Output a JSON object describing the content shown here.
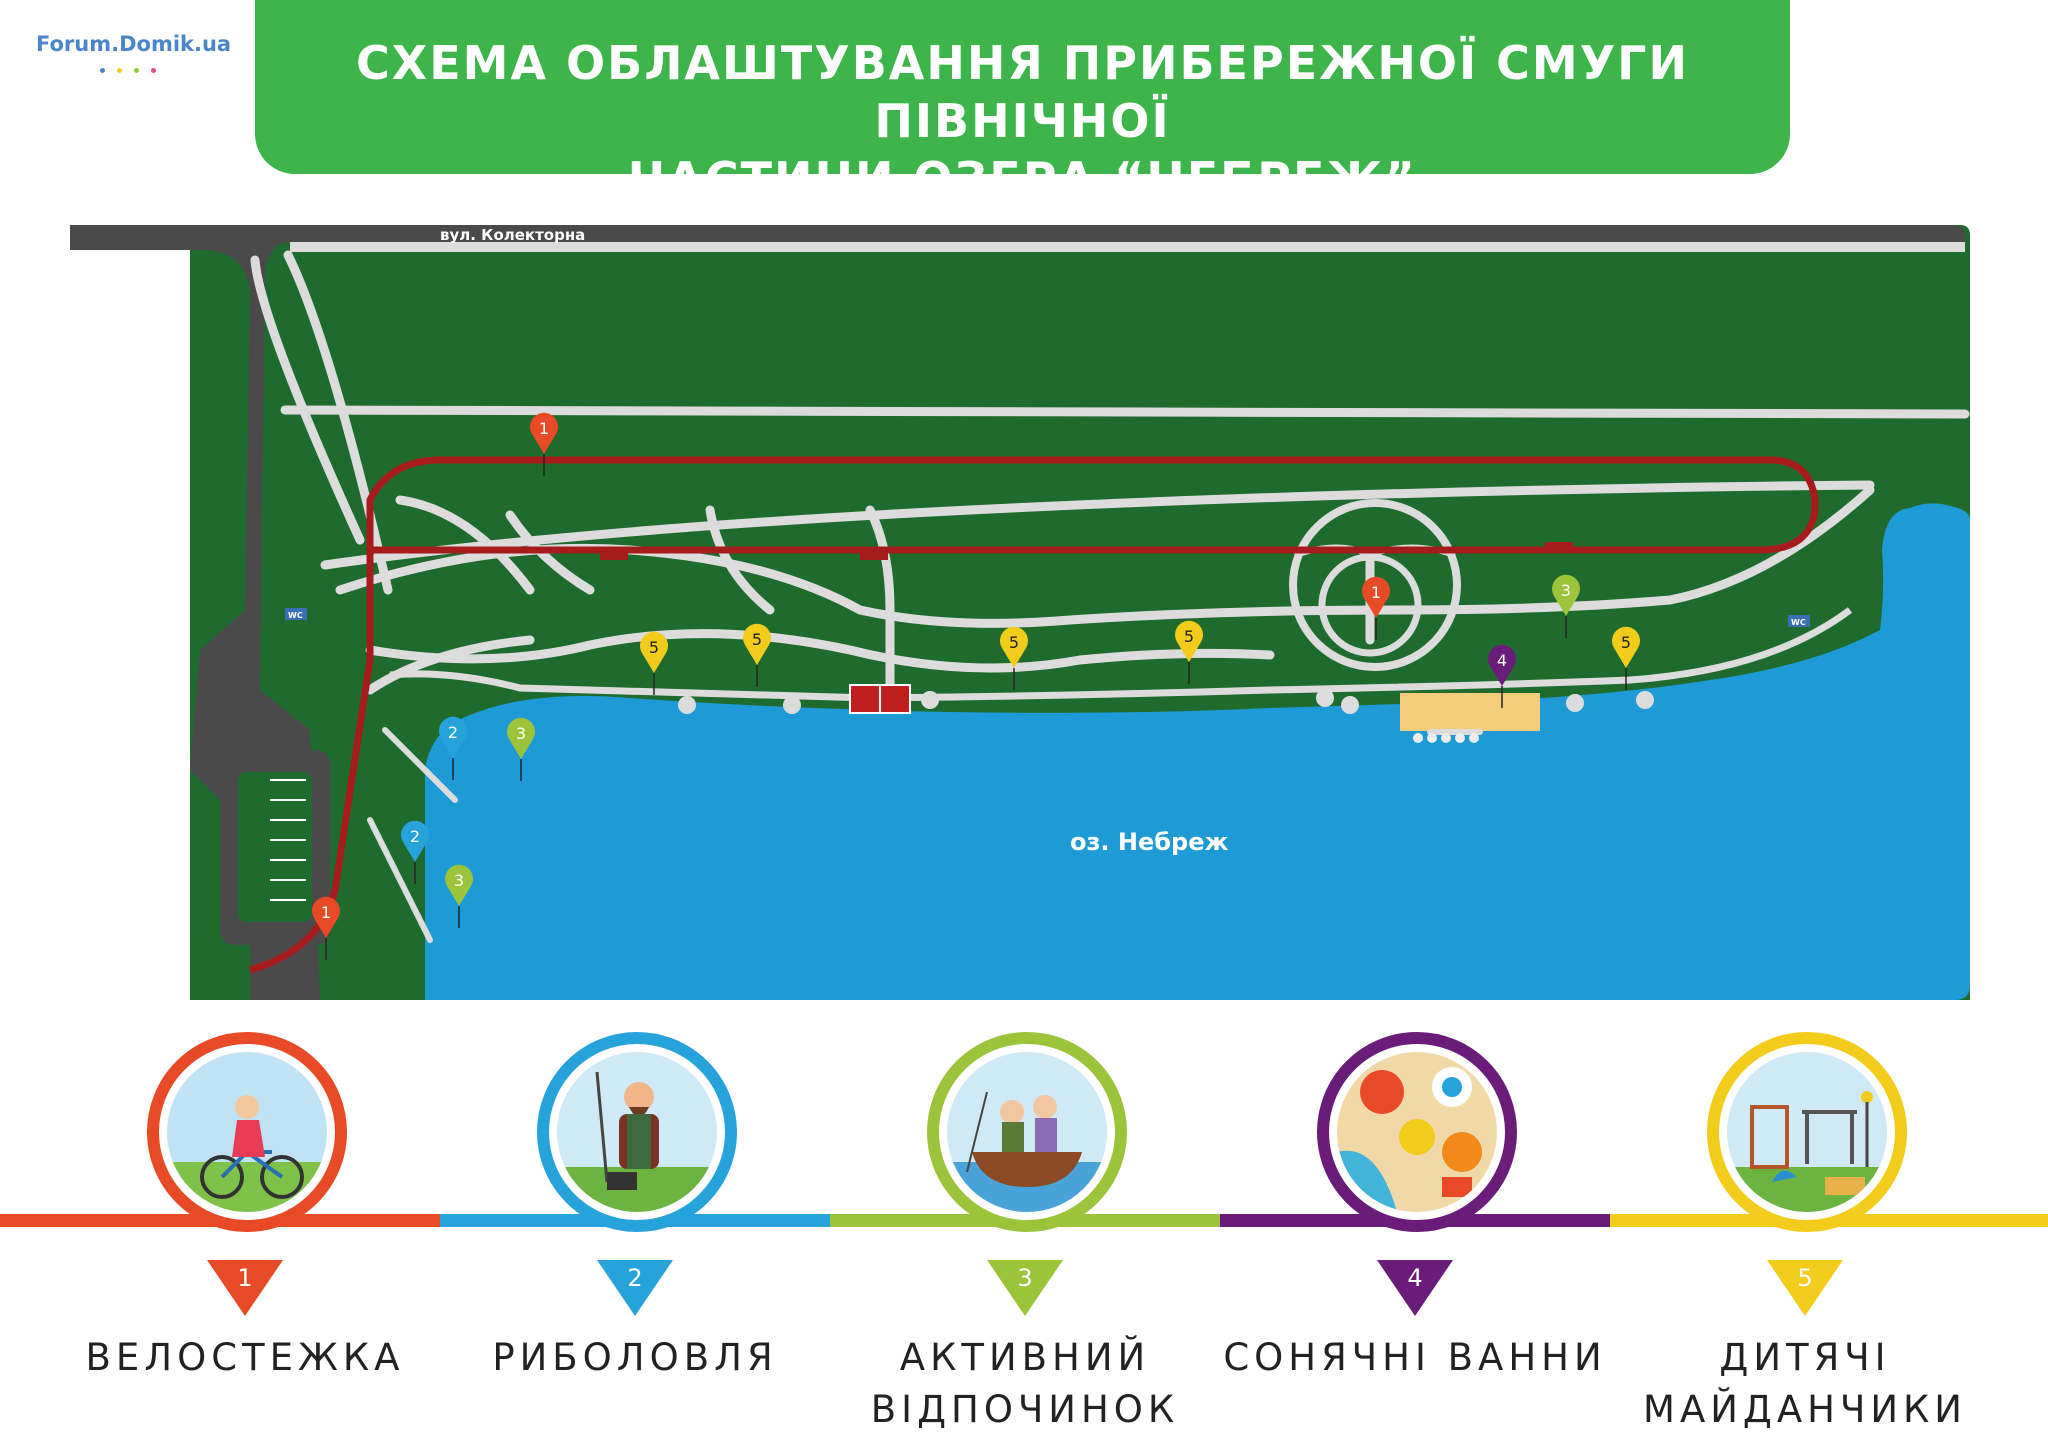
{
  "watermark": "Forum.Domik.ua",
  "title": {
    "line1": "СХЕМА ОБЛАШТУВАННЯ ПРИБЕРЕЖНОЇ СМУГИ ПІВНІЧНОЇ",
    "line2": "ЧАСТИНИ ОЗЕРА “НЕБРЕЖ”"
  },
  "map": {
    "street_label": "вул. Колекторна",
    "lake_label": "оз. Небреж",
    "wc_label": "WC"
  },
  "colors": {
    "green_banner": "#3db54a",
    "grass": "#1f6b2e",
    "lake": "#1e9ad6",
    "road": "#4a4a4a",
    "path": "#dcdcdc",
    "bike_path": "#a61c1c",
    "beach": "#f3cd7c",
    "cat1": "#e84a27",
    "cat2": "#27a3dc",
    "cat3": "#9bc43a",
    "cat4": "#6a1d78",
    "cat5": "#f2cc1b"
  },
  "legend": [
    {
      "number": "1",
      "label": "ВЕЛОСТЕЖКА",
      "icon": "cyclist-icon"
    },
    {
      "number": "2",
      "label": "РИБОЛОВЛЯ",
      "icon": "fisherman-icon"
    },
    {
      "number": "3",
      "label": "АКТИВНИЙ ВІДПОЧИНОК",
      "icon": "boat-icon"
    },
    {
      "number": "4",
      "label": "СОНЯЧНІ ВАННИ",
      "icon": "beach-umbrella-icon"
    },
    {
      "number": "5",
      "label": "ДИТЯЧІ МАЙДАНЧИКИ",
      "icon": "playground-icon"
    }
  ],
  "markers": [
    {
      "category": "1"
    },
    {
      "category": "1"
    },
    {
      "category": "1"
    },
    {
      "category": "2"
    },
    {
      "category": "2"
    },
    {
      "category": "3"
    },
    {
      "category": "3"
    },
    {
      "category": "3"
    },
    {
      "category": "4"
    },
    {
      "category": "5"
    },
    {
      "category": "5"
    },
    {
      "category": "5"
    },
    {
      "category": "5"
    },
    {
      "category": "5"
    }
  ]
}
